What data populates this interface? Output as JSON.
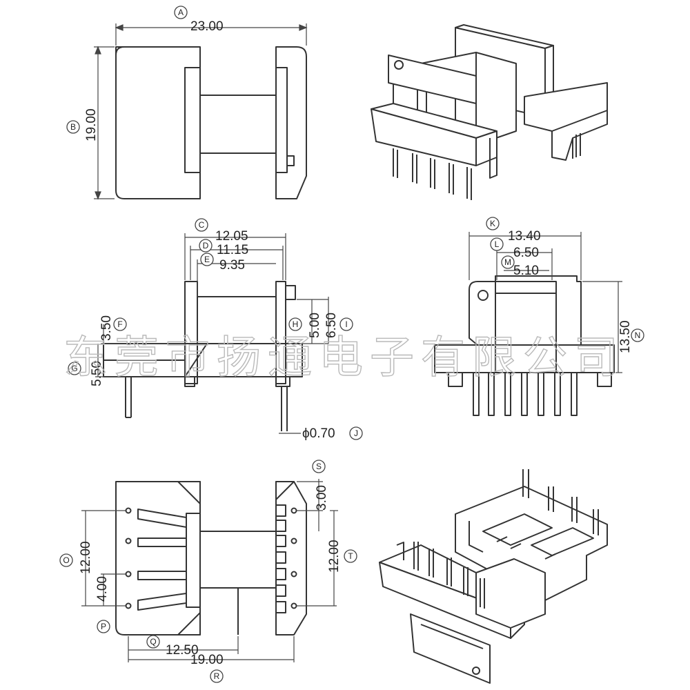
{
  "watermark": "东莞市扬通电子有限公司",
  "views": {
    "top": {
      "A": {
        "letter": "A",
        "value": "23.00"
      },
      "B": {
        "letter": "B",
        "value": "19.00"
      }
    },
    "side": {
      "C": {
        "letter": "C",
        "value": "12.05"
      },
      "D": {
        "letter": "D",
        "value": "11.15"
      },
      "E": {
        "letter": "E",
        "value": "9.35"
      },
      "F": {
        "letter": "F",
        "value": "3.50"
      },
      "G": {
        "letter": "G",
        "value": "5.50"
      },
      "H": {
        "letter": "H",
        "value": "5.00"
      },
      "I": {
        "letter": "I",
        "value": "6.50"
      },
      "J": {
        "letter": "J",
        "value": "ϕ0.70"
      }
    },
    "front": {
      "K": {
        "letter": "K",
        "value": "13.40"
      },
      "L": {
        "letter": "L",
        "value": "6.50"
      },
      "M": {
        "letter": "M",
        "value": "5.10"
      },
      "N": {
        "letter": "N",
        "value": "13.50"
      }
    },
    "bottom": {
      "O": {
        "letter": "O",
        "value": "12.00"
      },
      "P": {
        "letter": "P",
        "value": "4.00"
      },
      "Q": {
        "letter": "Q",
        "value": "12.50"
      },
      "R": {
        "letter": "R",
        "value": "19.00"
      },
      "S": {
        "letter": "S",
        "value": "3.00"
      },
      "T": {
        "letter": "T",
        "value": "12.00"
      }
    }
  }
}
